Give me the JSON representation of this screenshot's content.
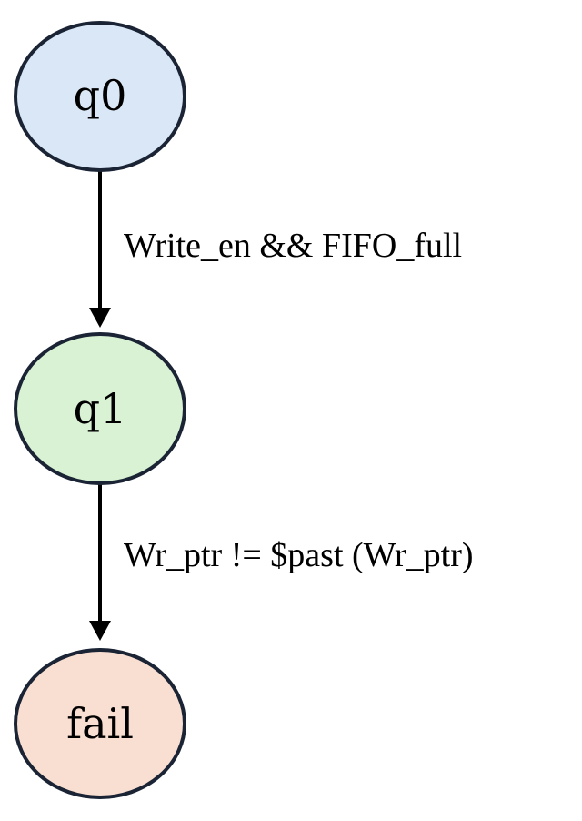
{
  "states": [
    {
      "id": "q0",
      "label": "q0",
      "fill": "#dae7f6"
    },
    {
      "id": "q1",
      "label": "q1",
      "fill": "#d9f2d3"
    },
    {
      "id": "fail",
      "label": "fail",
      "fill": "#f9dfd1"
    }
  ],
  "transitions": [
    {
      "from": "q0",
      "to": "q1",
      "label": "Write_en && FIFO_full"
    },
    {
      "from": "q1",
      "to": "fail",
      "label": "Wr_ptr != $past (Wr_ptr)"
    }
  ],
  "colors": {
    "stroke": "#1a2435",
    "arrow": "#000000"
  }
}
